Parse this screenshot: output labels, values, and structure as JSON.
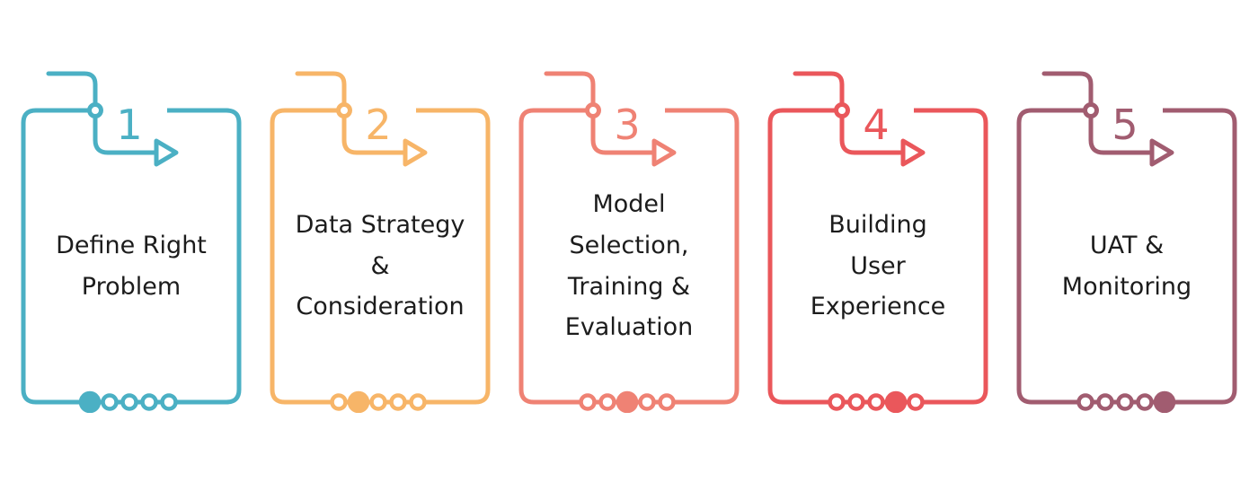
{
  "diagram": {
    "description_labels": {
      "dot_count": 5
    },
    "cards": [
      {
        "number": "1",
        "title_lines": [
          "Define Right",
          "Problem"
        ],
        "color": "#4BB0C4",
        "active_dot": 0
      },
      {
        "number": "2",
        "title_lines": [
          "Data Strategy",
          "&",
          "Consideration"
        ],
        "color": "#F7B568",
        "active_dot": 1
      },
      {
        "number": "3",
        "title_lines": [
          "Model",
          "Selection,",
          "Training &",
          "Evaluation"
        ],
        "color": "#EF8274",
        "active_dot": 2
      },
      {
        "number": "4",
        "title_lines": [
          "Building",
          "User",
          "Experience"
        ],
        "color": "#EA575B",
        "active_dot": 3
      },
      {
        "number": "5",
        "title_lines": [
          "UAT &",
          "Monitoring"
        ],
        "color": "#A15C70",
        "active_dot": 4
      }
    ]
  }
}
